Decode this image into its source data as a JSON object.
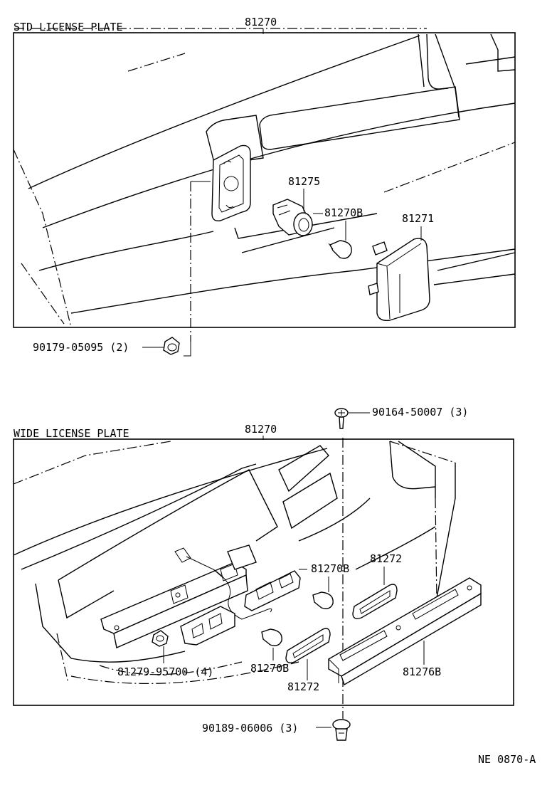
{
  "std_section": {
    "title": "STD LICENSE PLATE",
    "assembly": "81270",
    "parts": {
      "socket": "81275",
      "bulb": "81270B",
      "lens": "81271",
      "nut": "90179-05095 (2)"
    }
  },
  "wide_section": {
    "title": "WIDE LICENSE PLATE",
    "assembly": "81270",
    "parts": {
      "screw_top": "90164-50007 (3)",
      "bulb_upper": "81270B",
      "lens_upper": "81272",
      "clip_left": "81279-95700 (4)",
      "bulb_lower": "81270B",
      "lens_lower": "81272",
      "cover": "81276B",
      "clip_bottom": "90189-06006 (3)"
    }
  },
  "figure_code": "NE 0870-A"
}
